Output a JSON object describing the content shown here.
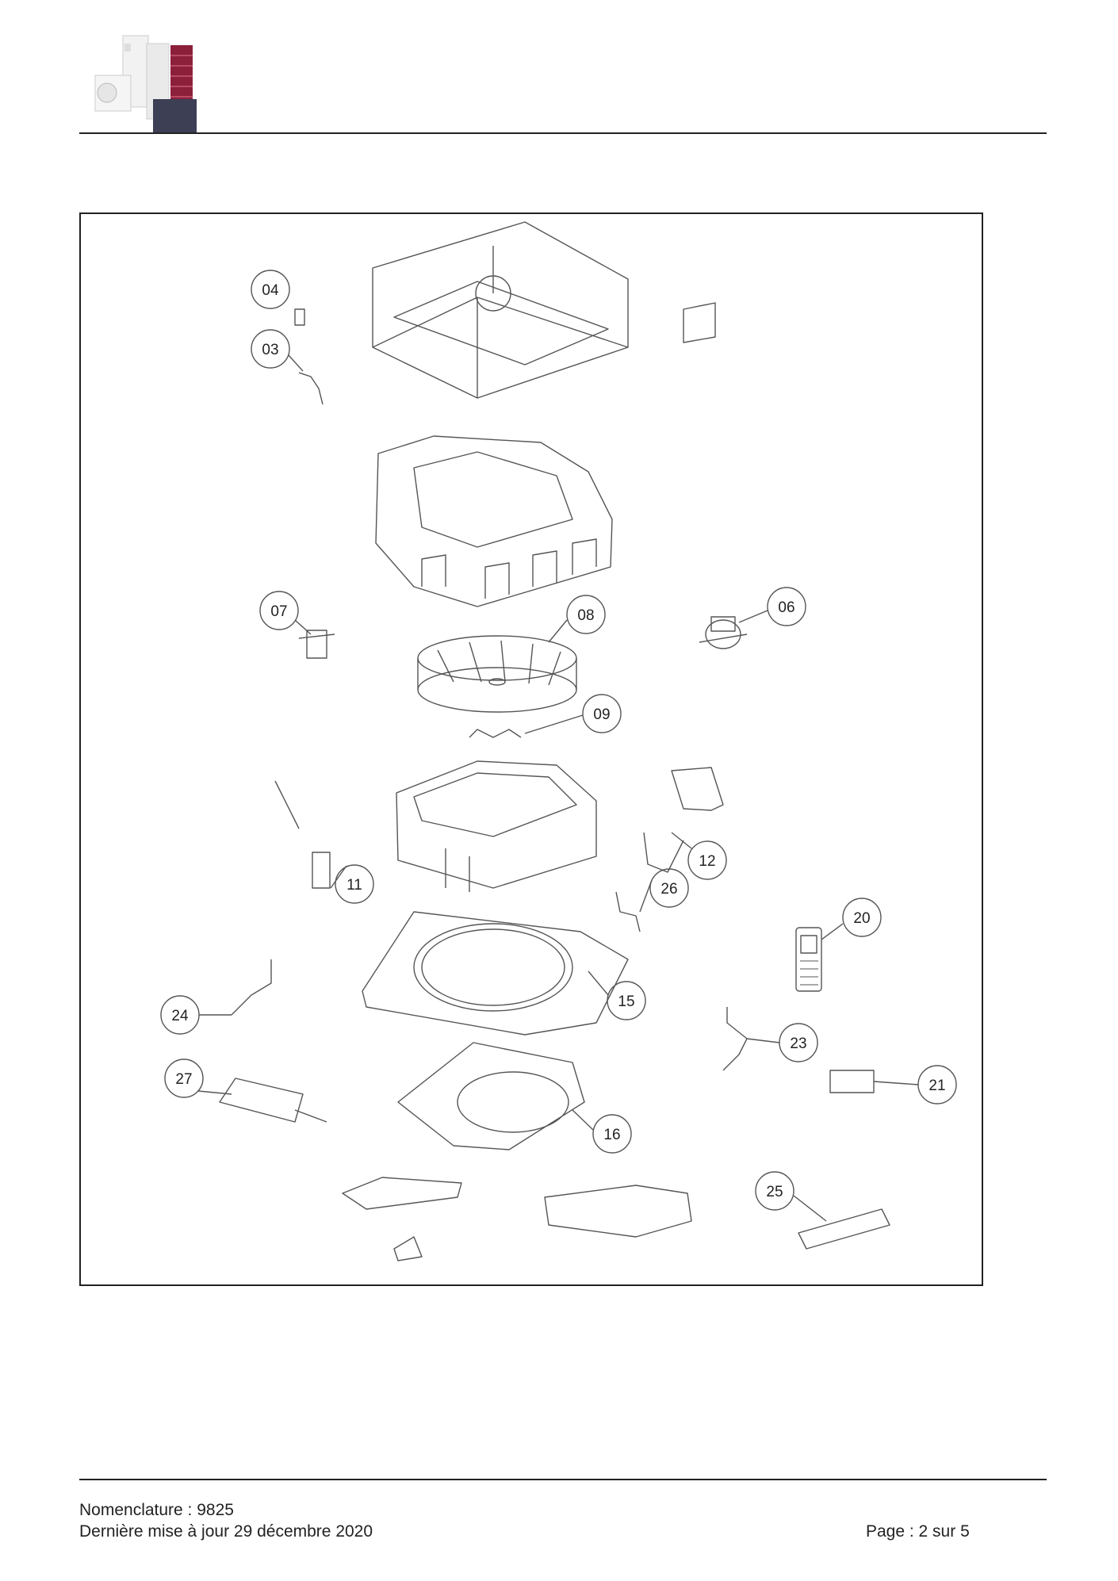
{
  "footer": {
    "nomenclature": "Nomenclature : 9825",
    "updated": "Dernière mise à jour 29 décembre 2020",
    "page": "Page : 2 sur 5"
  },
  "callouts": [
    "04",
    "03",
    "07",
    "08",
    "06",
    "09",
    "12",
    "11",
    "26",
    "20",
    "15",
    "24",
    "23",
    "27",
    "21",
    "16",
    "25"
  ]
}
